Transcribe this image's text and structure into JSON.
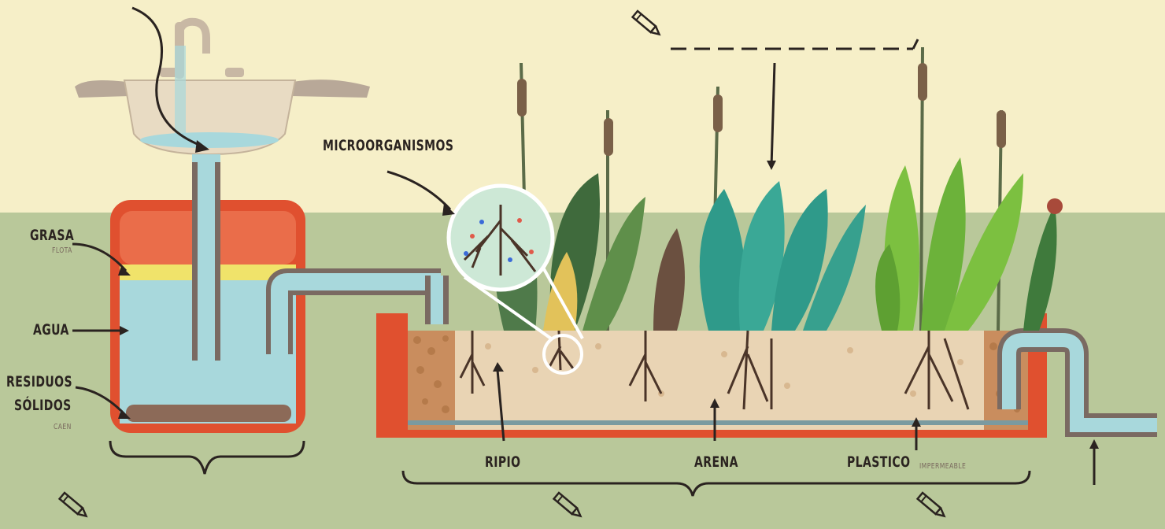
{
  "labels": {
    "grasa": "GRASA",
    "flota": "FLOTA",
    "agua": "AGUA",
    "residuos": "RESIDUOS",
    "solidos": "SÓLIDOS",
    "caen": "CAEN",
    "microorganismos": "MICROORGANISMOS",
    "ripio": "RIPIO",
    "arena": "ARENA",
    "plastico": "PLASTICO",
    "impermeable": "IMPERMEABLE"
  },
  "icons": [
    "pencil-icon",
    "pencil-icon",
    "pencil-icon",
    "pencil-icon"
  ],
  "colors": {
    "sky": "#f6efc8",
    "ground": "#b9c89a",
    "tank_wall": "#e0502f",
    "water": "#a8d8dc",
    "grease": "#f0e36a",
    "pipe": "#7a6a62",
    "gravel": "#c98d5e",
    "sand": "#e9d4b4",
    "ink": "#2a2320"
  }
}
